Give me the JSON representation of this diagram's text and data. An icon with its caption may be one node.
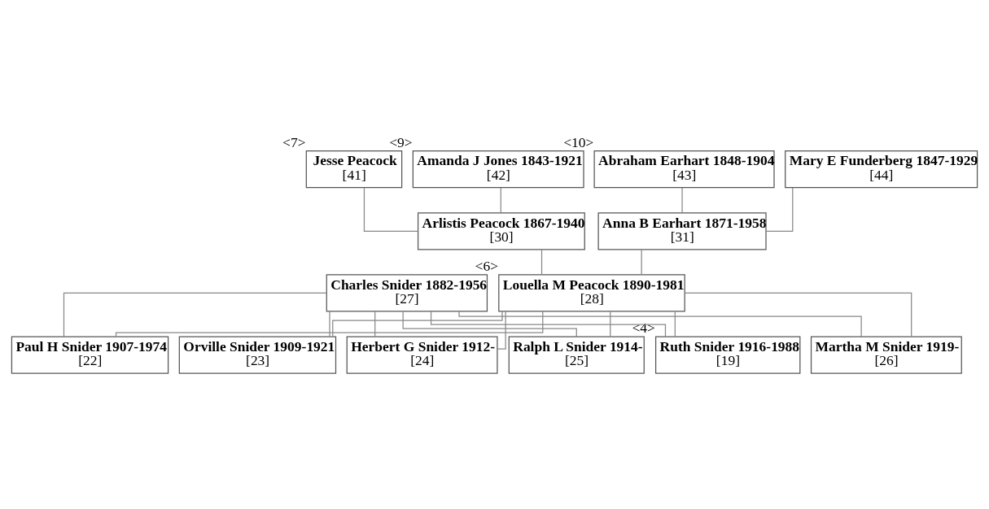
{
  "diagram": {
    "nodes": [
      {
        "text": [
          "Jesse Peacock",
          "[41]"
        ],
        "beside": [
          "<7>"
        ]
      },
      {
        "text": [
          "Amanda J Jones 1843-1921",
          "[42]"
        ],
        "beside": [
          "<9>"
        ]
      },
      {
        "text": [
          "Abraham Earhart 1848-1904",
          "[43]"
        ],
        "beside": [
          "<10>"
        ]
      },
      {
        "text": [
          "Mary E Funderberg 1847-1929",
          "[44]"
        ]
      },
      {
        "text": [
          "Arlistis Peacock 1867-1940",
          "[30]"
        ]
      },
      {
        "text": [
          "Anna B Earhart 1871-1958",
          "[31]"
        ]
      },
      {
        "text": [
          "Charles Snider 1882-1956",
          "[27]"
        ]
      },
      {
        "text": [
          "Louella M Peacock 1890-1981",
          "[28]"
        ],
        "beside": [
          "<6>"
        ]
      },
      {
        "text": [
          "Paul H Snider 1907-1974",
          "[22]"
        ]
      },
      {
        "text": [
          "Orville Snider 1909-1921",
          "[23]"
        ]
      },
      {
        "text": [
          "Herbert G Snider 1912-",
          "[24]"
        ]
      },
      {
        "text": [
          "Ralph L Snider 1914-",
          "[25]"
        ]
      },
      {
        "text": [
          "Ruth Snider 1916-1988",
          "[19]"
        ],
        "beside": [
          "<4>"
        ]
      },
      {
        "text": [
          "Martha M Snider 1919-",
          "[26]"
        ]
      }
    ],
    "edges": [
      {
        "from": 0,
        "to": 4,
        "arrow": "none"
      },
      {
        "from": 1,
        "to": 4,
        "arrow": "none"
      },
      {
        "from": 2,
        "to": 5,
        "arrow": "none"
      },
      {
        "from": 3,
        "to": 5,
        "arrow": "none"
      },
      {
        "from": 4,
        "to": 7,
        "arrow": "none"
      },
      {
        "from": 5,
        "to": 7,
        "arrow": "none"
      },
      {
        "from": 6,
        "to": 8,
        "arrow": "none"
      },
      {
        "from": 7,
        "to": 8,
        "arrow": "none"
      },
      {
        "from": 6,
        "to": 9,
        "arrow": "none"
      },
      {
        "from": 7,
        "to": 9,
        "arrow": "none"
      },
      {
        "from": 6,
        "to": 10,
        "arrow": "none"
      },
      {
        "from": 7,
        "to": 10,
        "arrow": "none"
      },
      {
        "from": 6,
        "to": 11,
        "arrow": "none"
      },
      {
        "from": 7,
        "to": 11,
        "arrow": "none"
      },
      {
        "from": 6,
        "to": 12,
        "arrow": "none"
      },
      {
        "from": 7,
        "to": 12,
        "arrow": "none"
      },
      {
        "from": 6,
        "to": 13,
        "arrow": "none"
      },
      {
        "from": 7,
        "to": 13,
        "arrow": "none"
      }
    ]
  }
}
